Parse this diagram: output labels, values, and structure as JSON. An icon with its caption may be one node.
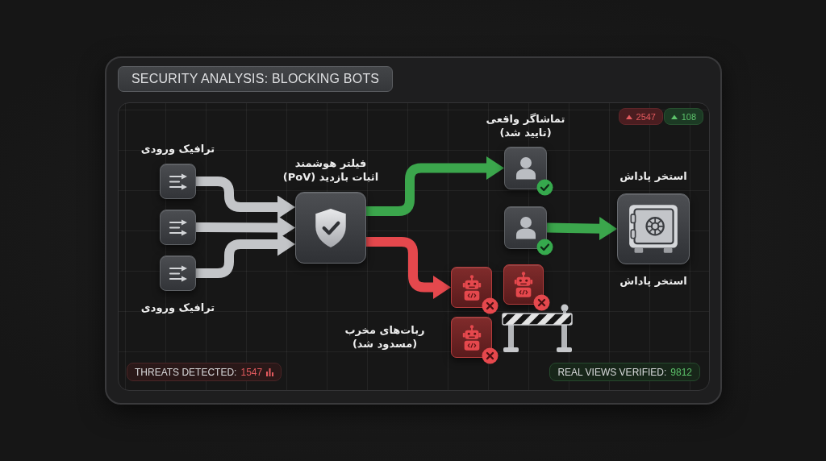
{
  "diagram": {
    "title": "SECURITY ANALYSIS: BLOCKING BOTS",
    "nodes": [
      {
        "text": [
          "ترافیک ورودی"
        ]
      },
      {
        "text": [],
        "shape": "box"
      },
      {
        "text": [
          "ترافیک ورودی"
        ]
      },
      {
        "text": [
          "فیلتر هوشمند اثبات بازدید (PoV)"
        ]
      },
      {
        "text": [
          "تماشاگر واقعی (تایید شد)"
        ]
      },
      {
        "text": [],
        "shape": "box"
      },
      {
        "text": [
          "استخر پاداش"
        ],
        "beside": [
          "استخر پاداش"
        ]
      },
      {
        "text": [],
        "shape": "box"
      },
      {
        "text": [],
        "shape": "box"
      },
      {
        "text": [],
        "shape": "box",
        "beside": [
          "ربات‌های مخرب (مسدود شد)"
        ]
      }
    ],
    "edges": [
      {
        "from": 0,
        "to": 3,
        "arrow": "to"
      },
      {
        "from": 1,
        "to": 3,
        "arrow": "to"
      },
      {
        "from": 2,
        "to": 3,
        "arrow": "to"
      },
      {
        "from": 3,
        "to": 4,
        "arrow": "to",
        "color": "#3ba64c"
      },
      {
        "from": 3,
        "to": 7,
        "arrow": "to",
        "color": "#e5484d"
      },
      {
        "from": 5,
        "to": 6,
        "arrow": "to",
        "color": "#3ba64c"
      }
    ],
    "labels": [
      "2547",
      "108",
      "THREATS DETECTED:",
      "1547",
      "REAL VIEWS VERIFIED:",
      "9812"
    ]
  }
}
